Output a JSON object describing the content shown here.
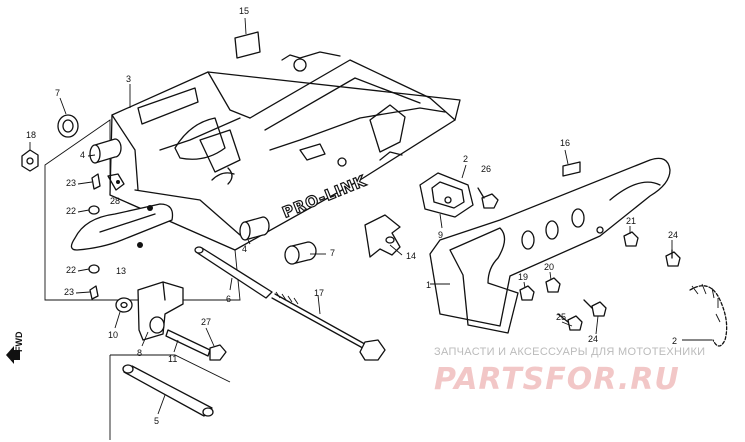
{
  "diagram": {
    "callouts": {
      "c15": "15",
      "c3": "3",
      "c7": "7",
      "c18": "18",
      "c4a": "4",
      "c23a": "23",
      "c28": "28",
      "c22a": "22",
      "c22b": "22",
      "c13": "13",
      "c23b": "23",
      "c4b": "4",
      "c7b": "7",
      "c6": "6",
      "c10": "10",
      "c8": "8",
      "c11": "11",
      "c27": "27",
      "c17": "17",
      "c5": "5",
      "c2a": "2",
      "c26": "26",
      "c9": "9",
      "c14": "14",
      "c16": "16",
      "c1": "1",
      "c21": "21",
      "c19": "19",
      "c20": "20",
      "c24a": "24",
      "c25": "25",
      "c24b": "24",
      "c2b": "2"
    },
    "swingarm_mark": "PRO-LINK",
    "direction_label": "FWD"
  },
  "watermark": {
    "caption": "ЗАПЧАСТИ И АКСЕССУАРЫ ДЛЯ МОТОТЕХНИКИ",
    "logo": "PARTSFOR.RU"
  }
}
